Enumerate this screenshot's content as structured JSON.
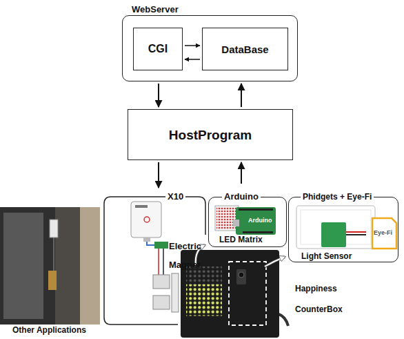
{
  "diagram": {
    "nodes": [
      {
        "text": [
          "WebServer"
        ]
      },
      {
        "text": [
          "CGI"
        ],
        "in": 0
      },
      {
        "text": [
          "DataBase"
        ],
        "in": 0
      },
      {
        "text": [
          "HostProgram"
        ]
      },
      {
        "text": [
          "X10"
        ]
      },
      {
        "text": [
          "Arduino"
        ]
      },
      {
        "text": [
          "Phidgets + Eye-Fi"
        ]
      }
    ],
    "edges": [
      {
        "from": 1,
        "to": 2,
        "arrow": "to"
      },
      {
        "from": 2,
        "to": 1,
        "arrow": "to"
      },
      {
        "from": 0,
        "to": 3,
        "arrow": "to"
      },
      {
        "from": 3,
        "to": 0,
        "arrow": "to"
      },
      {
        "from": 3,
        "to": 4,
        "arrow": "to"
      },
      {
        "from": 5,
        "to": 3,
        "arrow": "to"
      }
    ],
    "labels": [
      "Electric Magnet",
      "Arduino",
      "LED Matrix",
      "Eye-Fi",
      "Light Sensor",
      "Happiness CounterBox",
      "Other Applications"
    ]
  }
}
